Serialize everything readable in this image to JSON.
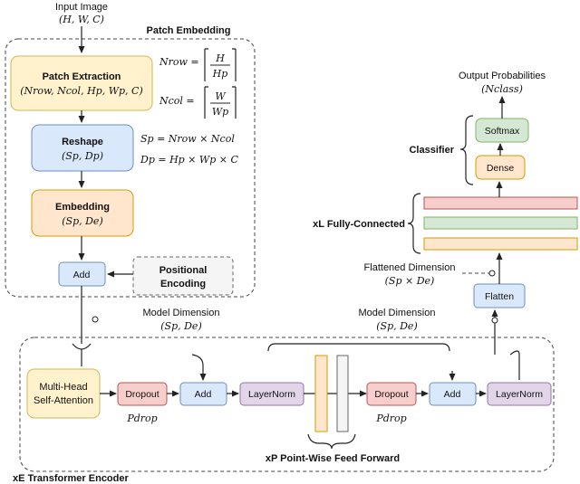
{
  "input": {
    "title": "Input Image",
    "shape": "(H, W, C)"
  },
  "patch_embedding": {
    "title": "Patch Embedding",
    "patch_extraction": {
      "label": "Patch Extraction",
      "shape": "(Nrow, Ncol, Hp, Wp, C)"
    },
    "reshape": {
      "label": "Reshape",
      "shape": "(Sp, Dp)"
    },
    "embedding": {
      "label": "Embedding",
      "shape": "(Sp, De)"
    },
    "add": "Add",
    "positional": {
      "line1": "Positional",
      "line2": "Encoding"
    },
    "formulas": {
      "nrow_lhs": "Nrow =",
      "nrow_num": "H",
      "nrow_den": "Hp",
      "ncol_lhs": "Ncol =",
      "ncol_num": "W",
      "ncol_den": "Wp",
      "sp": "Sp = Nrow × Ncol",
      "dp": "Dp = Hp × Wp × C"
    }
  },
  "encoder": {
    "title": "xE Transformer Encoder",
    "model_dim_left": {
      "label": "Model Dimension",
      "shape": "(Sp, De)"
    },
    "model_dim_right": {
      "label": "Model Dimension",
      "shape": "(Sp, De)"
    },
    "mha": {
      "line1": "Multi-Head",
      "line2": "Self-Attention"
    },
    "dropout1": "Dropout",
    "pdrop1": "Pdrop",
    "add1": "Add",
    "layernorm1": "LayerNorm",
    "dropout2": "Dropout",
    "pdrop2": "Pdrop",
    "add2": "Add",
    "layernorm2": "LayerNorm",
    "ffn_label": "xP Point-Wise Feed Forward"
  },
  "head": {
    "output": {
      "label": "Output Probabilities",
      "shape": "(Nclass)"
    },
    "classifier": "Classifier",
    "softmax": "Softmax",
    "dense": "Dense",
    "fc_label": "xL Fully-Connected",
    "flattened": {
      "label": "Flattened Dimension",
      "shape": "(Sp × De)"
    },
    "flatten": "Flatten"
  },
  "colors": {
    "yellow_fill": "#fff2cc",
    "yellow_stroke": "#d6b656",
    "blue_fill": "#dae8fc",
    "blue_stroke": "#6c8ebf",
    "orange_fill": "#ffe6cc",
    "orange_stroke": "#d79b00",
    "red_fill": "#f8cecc",
    "red_stroke": "#b85450",
    "green_fill": "#d5e8d4",
    "green_stroke": "#82b366",
    "gray_fill": "#f5f5f5",
    "gray_stroke": "#666666"
  }
}
